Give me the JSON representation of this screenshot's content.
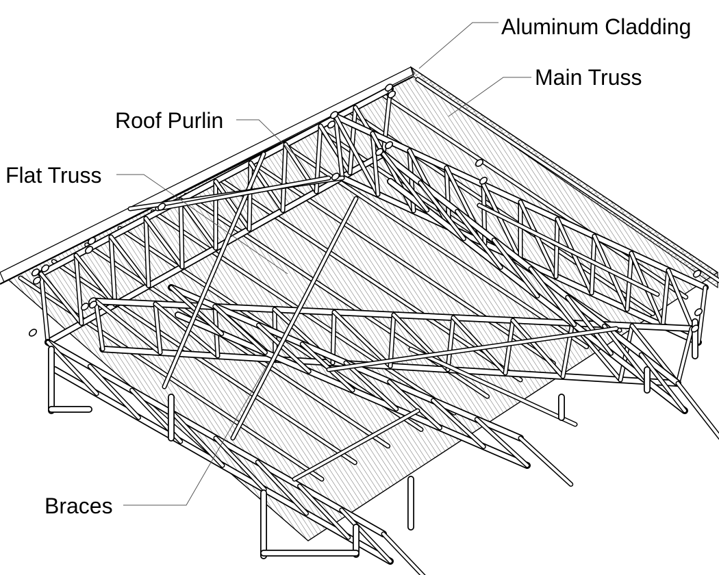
{
  "labels": {
    "aluminum_cladding": "Aluminum Cladding",
    "main_truss": "Main Truss",
    "roof_purlin": "Roof Purlin",
    "flat_truss": "Flat Truss",
    "braces": "Braces"
  }
}
